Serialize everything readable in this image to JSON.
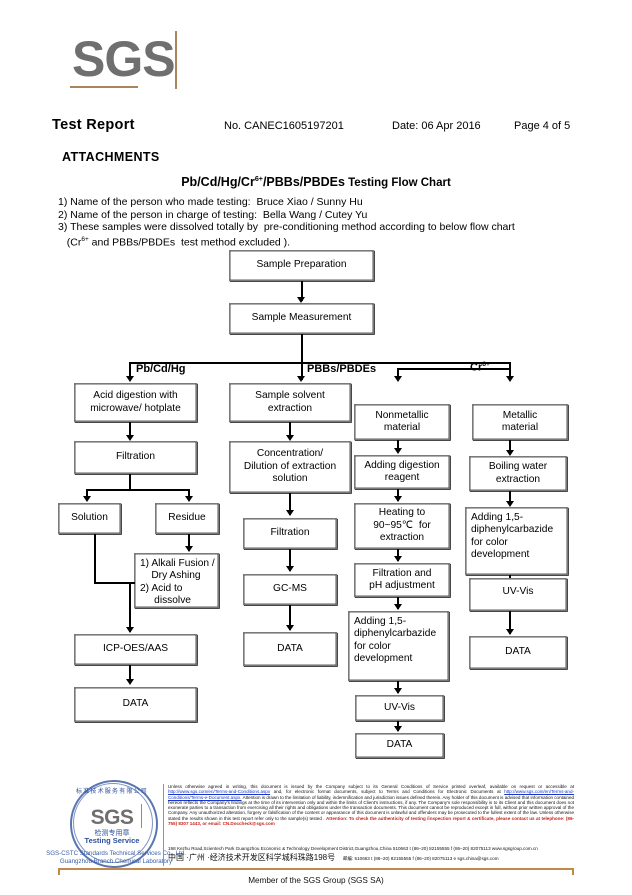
{
  "header": {
    "logo_text": "SGS",
    "report_title": "Test Report",
    "report_no": "No. CANEC1605197201",
    "date": "Date: 06 Apr 2016",
    "page": "Page 4 of 5",
    "attachments_label": "ATTACHMENTS"
  },
  "chart_title": {
    "analytes": "Pb/Cd/Hg/Cr",
    "analytes_sup": "6+",
    "analytes_tail": "/PBBs/PBDEs",
    "suffix": " Testing Flow Chart"
  },
  "notes": [
    "1) Name of the person who made testing:  Bruce Xiao / Sunny Hu",
    "2) Name of the person in charge of testing:  Bella Wang / Cutey Yu",
    "3) These samples were dissolved totally by  pre-conditioning method according to below flow chart",
    "    (Cr6+ and PBBs/PBDEs  test method excluded )."
  ],
  "flow": {
    "top": [
      {
        "id": "sample-preparation",
        "label": "Sample Preparation"
      },
      {
        "id": "sample-measurement",
        "label": "Sample Measurement"
      }
    ],
    "branch_labels": [
      {
        "id": "branch-pb-cd-hg",
        "label": "Pb/Cd/Hg"
      },
      {
        "id": "branch-pbbs-pbdes",
        "label": "PBBs/PBDEs"
      },
      {
        "id": "branch-cr6",
        "label": "Cr",
        "sup": "6+"
      }
    ],
    "col_pb": [
      {
        "id": "acid-digestion",
        "label": "Acid digestion with microwave/ hotplate"
      },
      {
        "id": "filtration-pb",
        "label": "Filtration"
      },
      {
        "id": "solution",
        "label": "Solution"
      },
      {
        "id": "residue",
        "label": "Residue"
      },
      {
        "id": "alkali-fusion",
        "label": "1) Alkali Fusion / Dry Ashing\n2) Acid to     dissolve"
      },
      {
        "id": "icp-oes-aas",
        "label": "ICP-OES/AAS"
      },
      {
        "id": "data-pb",
        "label": "DATA"
      }
    ],
    "col_pbbs": [
      {
        "id": "sample-solvent-extraction",
        "label": "Sample solvent extraction"
      },
      {
        "id": "concentration-dilution",
        "label": "Concentration/ Dilution of extraction solution"
      },
      {
        "id": "filtration-pbbs",
        "label": "Filtration"
      },
      {
        "id": "gc-ms",
        "label": "GC-MS"
      },
      {
        "id": "data-pbbs",
        "label": "DATA"
      }
    ],
    "col_nonmetallic": [
      {
        "id": "nonmetallic-material",
        "label": "Nonmetallic material"
      },
      {
        "id": "adding-digestion-reagent",
        "label": "Adding digestion reagent"
      },
      {
        "id": "heating",
        "label": "Heating to 90~95℃  for extraction"
      },
      {
        "id": "filtration-ph",
        "label": "Filtration and pH adjustment"
      },
      {
        "id": "adding-dpc-nonmetallic",
        "label": "Adding 1,5-diphenylcarbazide for color development"
      },
      {
        "id": "uv-vis-nonmetallic",
        "label": "UV-Vis"
      },
      {
        "id": "data-nonmetallic",
        "label": "DATA"
      }
    ],
    "col_metallic": [
      {
        "id": "metallic-material",
        "label": "Metallic material"
      },
      {
        "id": "boiling-water-extraction",
        "label": "Boiling water extraction"
      },
      {
        "id": "adding-dpc-metallic",
        "label": "Adding 1,5-diphenylcarbazide for color development"
      },
      {
        "id": "uv-vis-metallic",
        "label": "UV-Vis"
      },
      {
        "id": "data-metallic",
        "label": "DATA"
      }
    ]
  },
  "stamp": {
    "center_text": "SGS",
    "cn_label": "检测专用章",
    "en_label": "Testing Service",
    "arc_text": "标准技术服务有限公司",
    "line1": "SGS-CSTC Standards Technical Services Co., Ltd.",
    "line2": "Guangzhou Branch     Chemical Laboratory"
  },
  "footer": {
    "legal_p1": "Unless otherwise agreed in writing, this document is issued by the Company subject to its General Conditions of Service printed overleaf, available on request or accessible at ",
    "legal_link1": "http://www.sgs.com/en/Terms-and-Conditions.aspx",
    "legal_p2": " and, for electronic format documents, subject to Terms and Conditions for Electronic Documents at ",
    "legal_link2": "http://www.sgs.com/en/Terms-and-Conditions/Terms-e-Document.aspx.",
    "legal_p3": " Attention is drawn to the limitation of liability, indemnification and jurisdiction issues defined therein. Any holder of this document is advised that information contained hereon reflects the Company's findings at the time of its intervention only and within the limits of Client's instructions, if any. The Company's sole responsibility is to its Client and this document does not exonerate parties to a transaction from exercising all their rights and obligations under the transaction documents. This document cannot be reproduced except in full, without prior written approval of the Company. Any unauthorized alteration, forgery or falsification of the content or appearance of this document is unlawful and offenders may be prosecuted to the fullest extent of the law. Unless otherwise stated the results shown in this test report refer only to the sample(s) tested .",
    "attention": "Attention: To check the authenticity of testing /inspection report & certificate, please contact us at telephone: (86-755) 8307 1443, or email: CN.Doccheck@sgs.com",
    "addr_en": "198 Kezhu Road,Scientech Park Guangzhou Economic & Technology Development District,Guangzhou,China   510663     t (86–20) 82155555    f (86–20) 82075113     www.sgsgroup.com.cn",
    "addr_cn": "中国 ·广州 ·经济技术开发区科学城科珠路198号",
    "addr_cn_tail": "邮编: 510663     t (86–20) 82155555    f (86–20) 82075113     e  sgs.china@sgs.com",
    "member": "Member of the SGS Group (SGS SA)"
  }
}
